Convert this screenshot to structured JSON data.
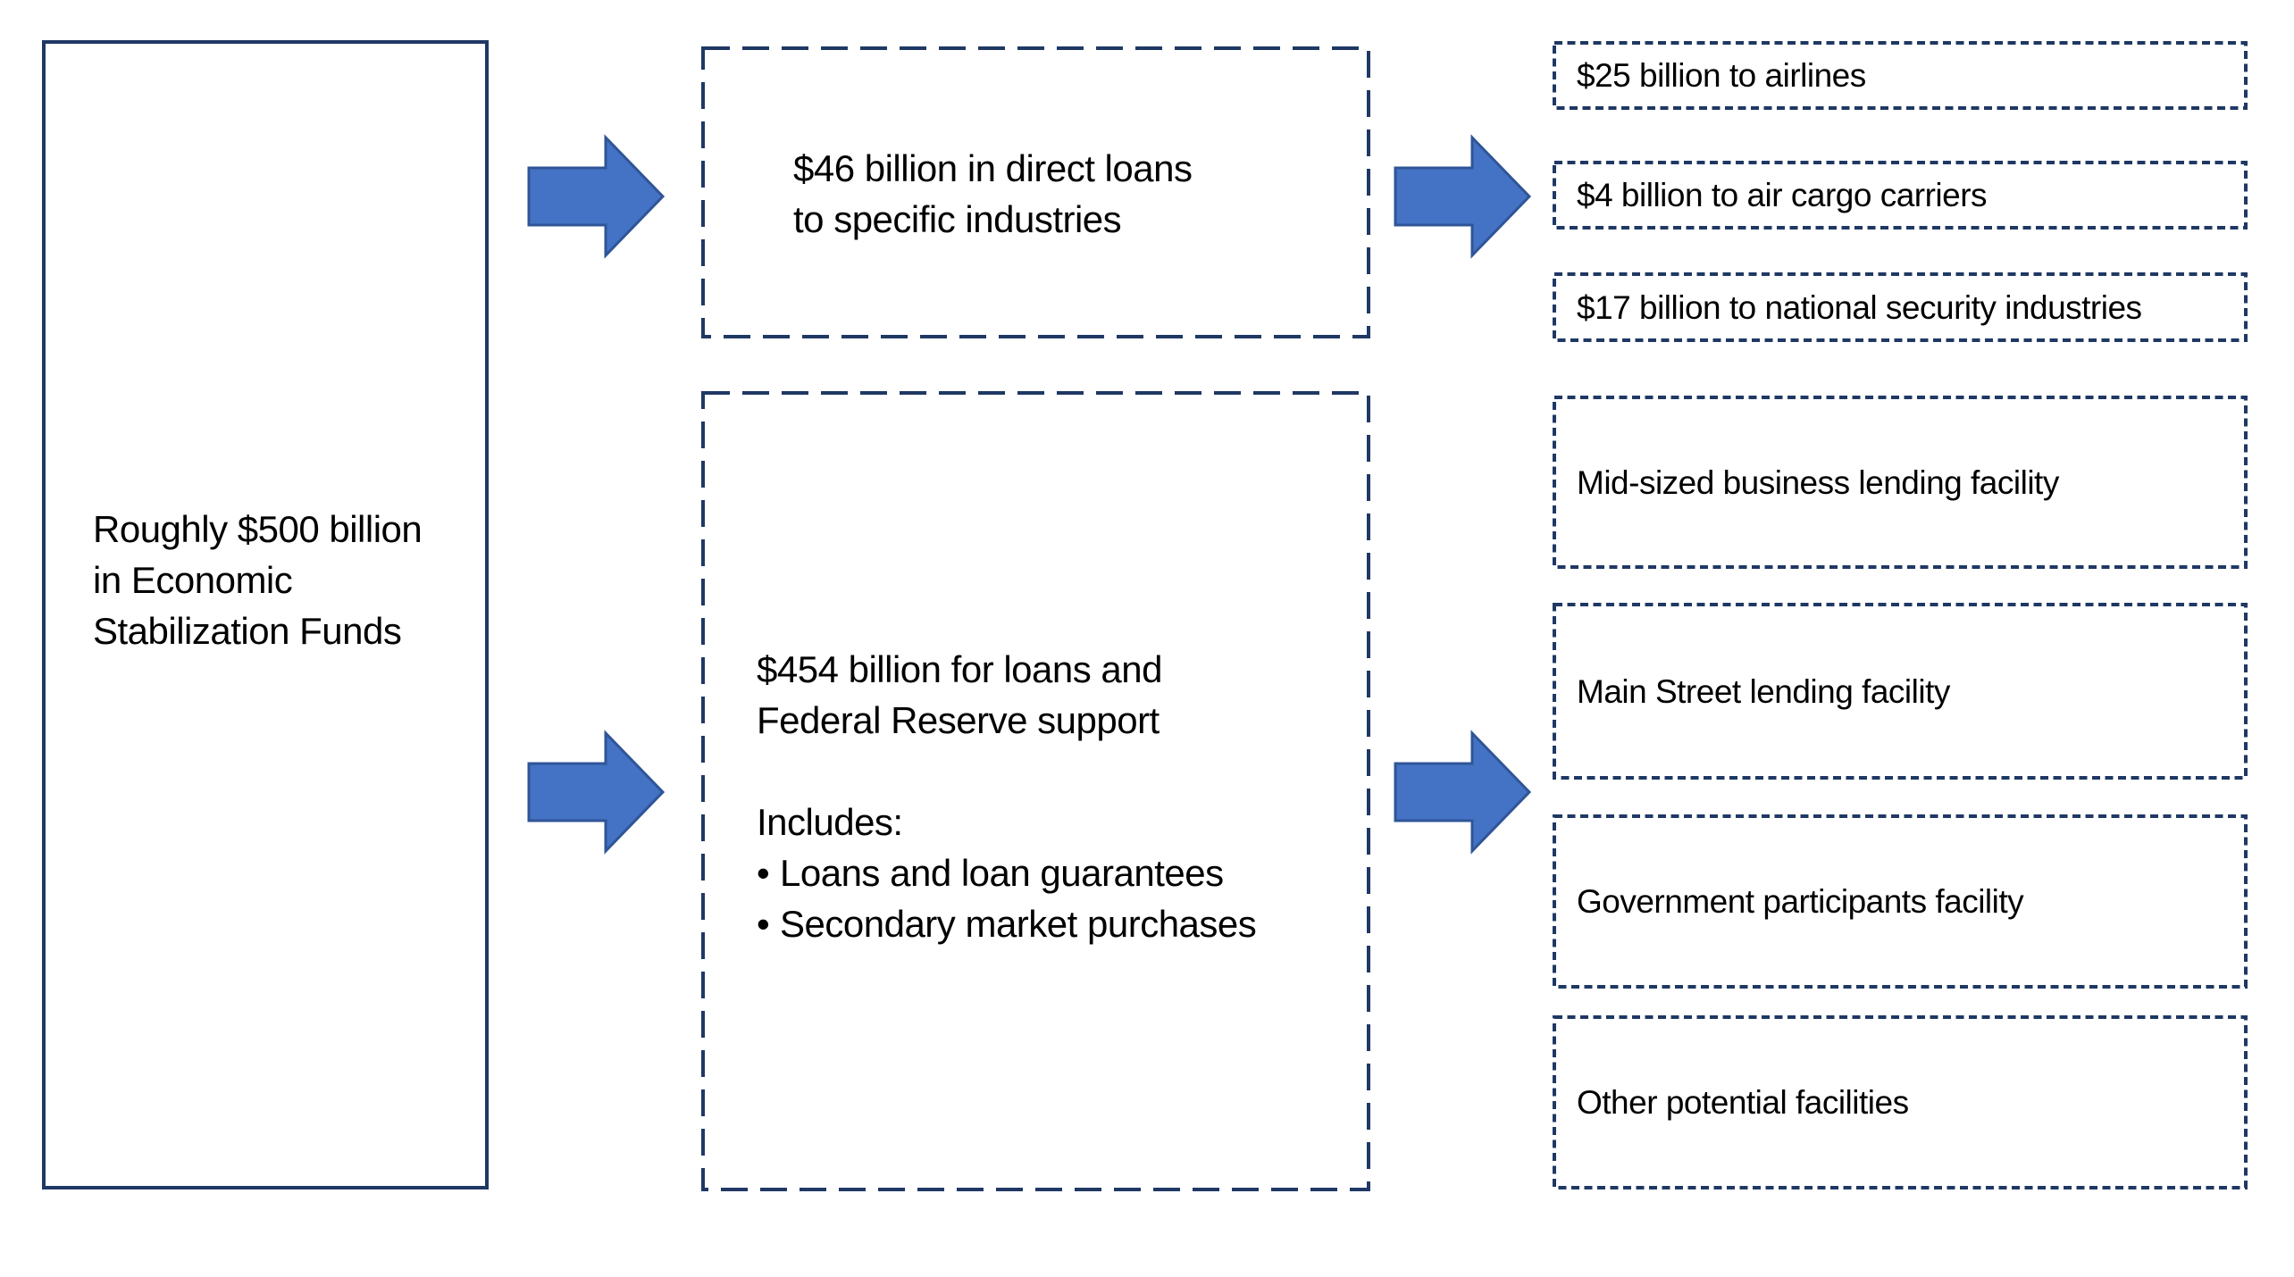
{
  "diagram": {
    "source_box": {
      "lines": [
        "Roughly $500 billion",
        "in Economic",
        "Stabilization Funds"
      ]
    },
    "direct_loans_box": {
      "lines": [
        "$46 billion in direct loans",
        "to specific industries"
      ]
    },
    "fed_support_box": {
      "line1": "$454 billion for loans and",
      "line2": "Federal Reserve support",
      "includes_label": "Includes:",
      "bullet_char": "•",
      "bullets": [
        "Loans and loan guarantees",
        "Secondary market purchases"
      ]
    },
    "direct_loan_items": [
      "$25 billion to airlines",
      "$4 billion to air cargo carriers",
      "$17 billion to national security industries"
    ],
    "facility_items": [
      "Mid-sized business lending facility",
      "Main Street lending facility",
      "Government participants facility",
      "Other potential facilities"
    ],
    "colors": {
      "border_navy": "#1f3864",
      "arrow_fill": "#4472c4",
      "arrow_stroke": "#2f5597",
      "text_color": "#000000",
      "background": "#ffffff"
    }
  }
}
